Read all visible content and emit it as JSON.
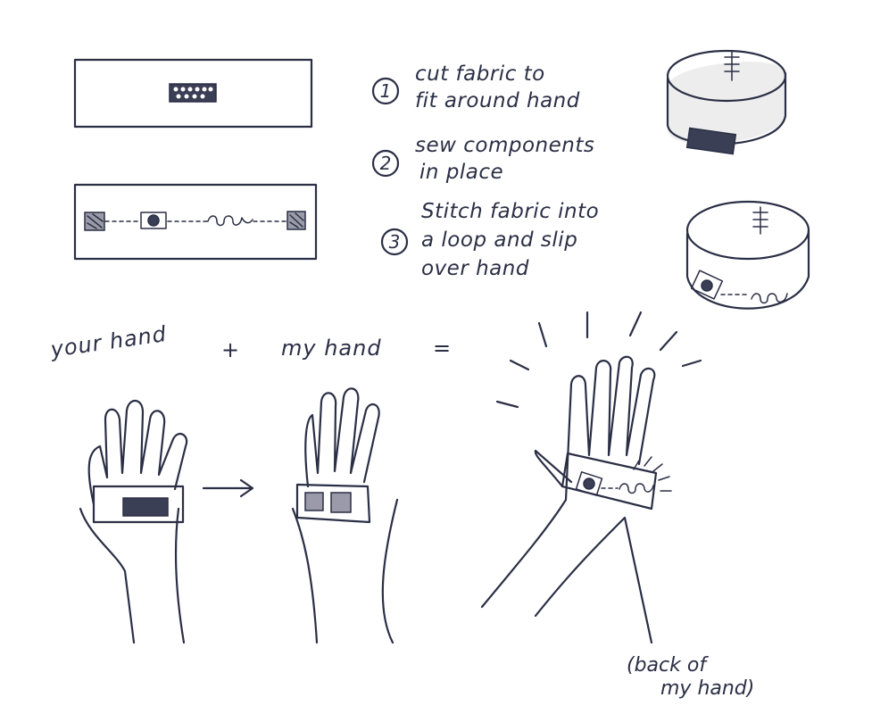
{
  "steps": [
    {
      "number": "1",
      "line1": "cut fabric to",
      "line2": "fit around hand",
      "line3": ""
    },
    {
      "number": "2",
      "line1": "sew components",
      "line2": "in place",
      "line3": ""
    },
    {
      "number": "3",
      "line1": "Stitch fabric into",
      "line2": "a loop and slip",
      "line3": "over hand"
    }
  ],
  "equation": {
    "your_hand": "your hand",
    "plus": "+",
    "my_hand": "my hand",
    "equals": "="
  },
  "note": {
    "line1": "(back of",
    "line2": "my hand)"
  }
}
